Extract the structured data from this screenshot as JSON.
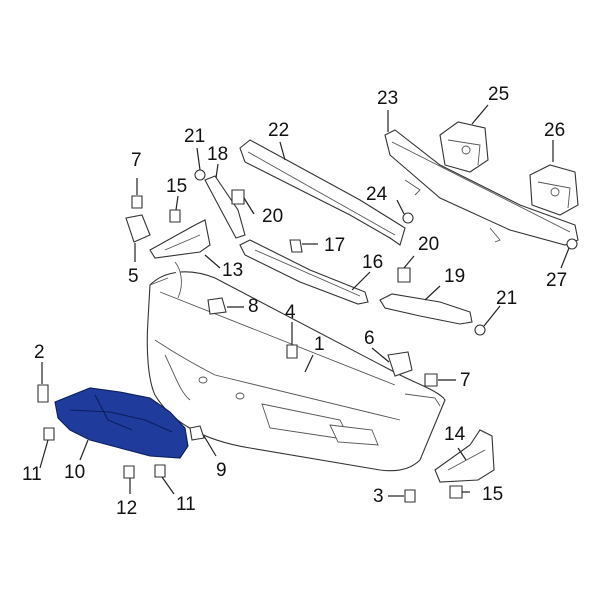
{
  "diagram": {
    "highlight_color": "#1f3b9c",
    "callouts": [
      {
        "id": "c1",
        "label": "1"
      },
      {
        "id": "c2",
        "label": "2"
      },
      {
        "id": "c3",
        "label": "3"
      },
      {
        "id": "c4",
        "label": "4"
      },
      {
        "id": "c5",
        "label": "5"
      },
      {
        "id": "c6",
        "label": "6"
      },
      {
        "id": "c7a",
        "label": "7"
      },
      {
        "id": "c7b",
        "label": "7"
      },
      {
        "id": "c8",
        "label": "8"
      },
      {
        "id": "c9",
        "label": "9"
      },
      {
        "id": "c10",
        "label": "10"
      },
      {
        "id": "c11a",
        "label": "11"
      },
      {
        "id": "c11b",
        "label": "11"
      },
      {
        "id": "c12",
        "label": "12"
      },
      {
        "id": "c13",
        "label": "13"
      },
      {
        "id": "c14",
        "label": "14"
      },
      {
        "id": "c15a",
        "label": "15"
      },
      {
        "id": "c15b",
        "label": "15"
      },
      {
        "id": "c16",
        "label": "16"
      },
      {
        "id": "c17",
        "label": "17"
      },
      {
        "id": "c18",
        "label": "18"
      },
      {
        "id": "c19",
        "label": "19"
      },
      {
        "id": "c20a",
        "label": "20"
      },
      {
        "id": "c20b",
        "label": "20"
      },
      {
        "id": "c21a",
        "label": "21"
      },
      {
        "id": "c21b",
        "label": "21"
      },
      {
        "id": "c22",
        "label": "22"
      },
      {
        "id": "c23",
        "label": "23"
      },
      {
        "id": "c24",
        "label": "24"
      },
      {
        "id": "c25",
        "label": "25"
      },
      {
        "id": "c26",
        "label": "26"
      },
      {
        "id": "c27",
        "label": "27"
      }
    ]
  }
}
